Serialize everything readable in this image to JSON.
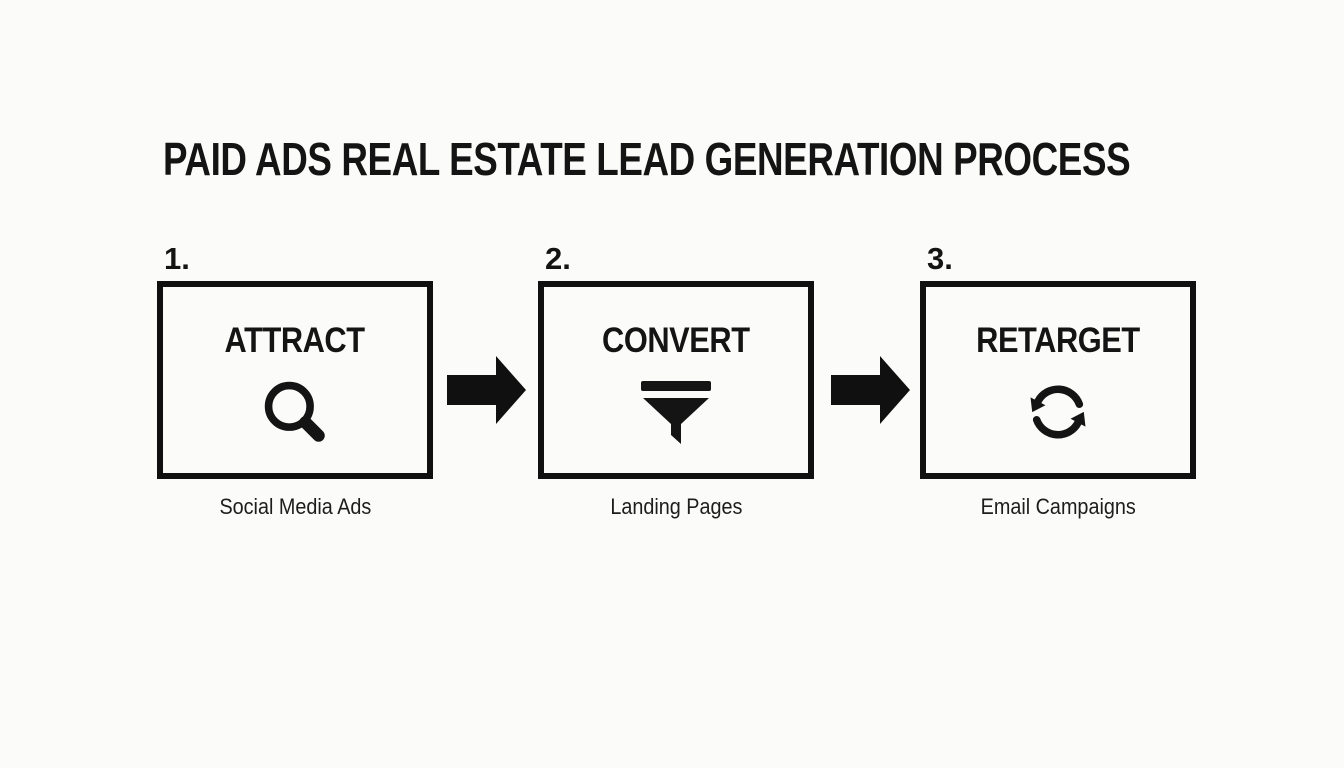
{
  "title": "PAID ADS REAL ESTATE LEAD GENERATION PROCESS",
  "steps": [
    {
      "number": "1.",
      "heading": "ATTRACT",
      "icon": "search-icon",
      "label": "Social Media Ads"
    },
    {
      "number": "2.",
      "heading": "CONVERT",
      "icon": "funnel-icon",
      "label": "Landing Pages"
    },
    {
      "number": "3.",
      "heading": "RETARGET",
      "icon": "refresh-icon",
      "label": "Email Campaigns"
    }
  ],
  "arrows": [
    {
      "icon": "arrow-right-icon"
    },
    {
      "icon": "arrow-right-icon"
    }
  ],
  "colors": {
    "ink": "#141414",
    "background": "#fbfbf9",
    "box_border": "#101010"
  }
}
